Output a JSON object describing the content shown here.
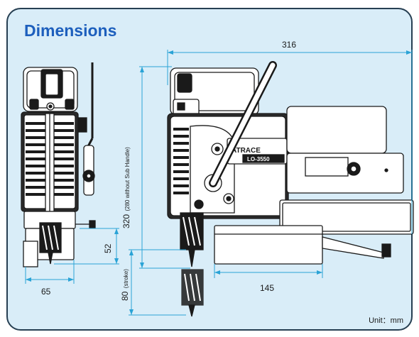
{
  "title": "Dimensions",
  "dimensions": {
    "overall_length": "316",
    "height_main": "320",
    "height_note": "(280 without Sub Handle)",
    "stroke_value": "80",
    "stroke_note": "(stroke)",
    "side_width": "65",
    "side_height": "52",
    "base_length": "145"
  },
  "unit_label": "Unit：mm",
  "product_label": {
    "brand": "ATRACE",
    "model": "LO-3550"
  },
  "colors": {
    "background": "#d9edf8",
    "border": "#263f52",
    "title": "#1d5fbd",
    "dimension_line": "#2aa3d6",
    "drawing": "#1a1a1a"
  }
}
